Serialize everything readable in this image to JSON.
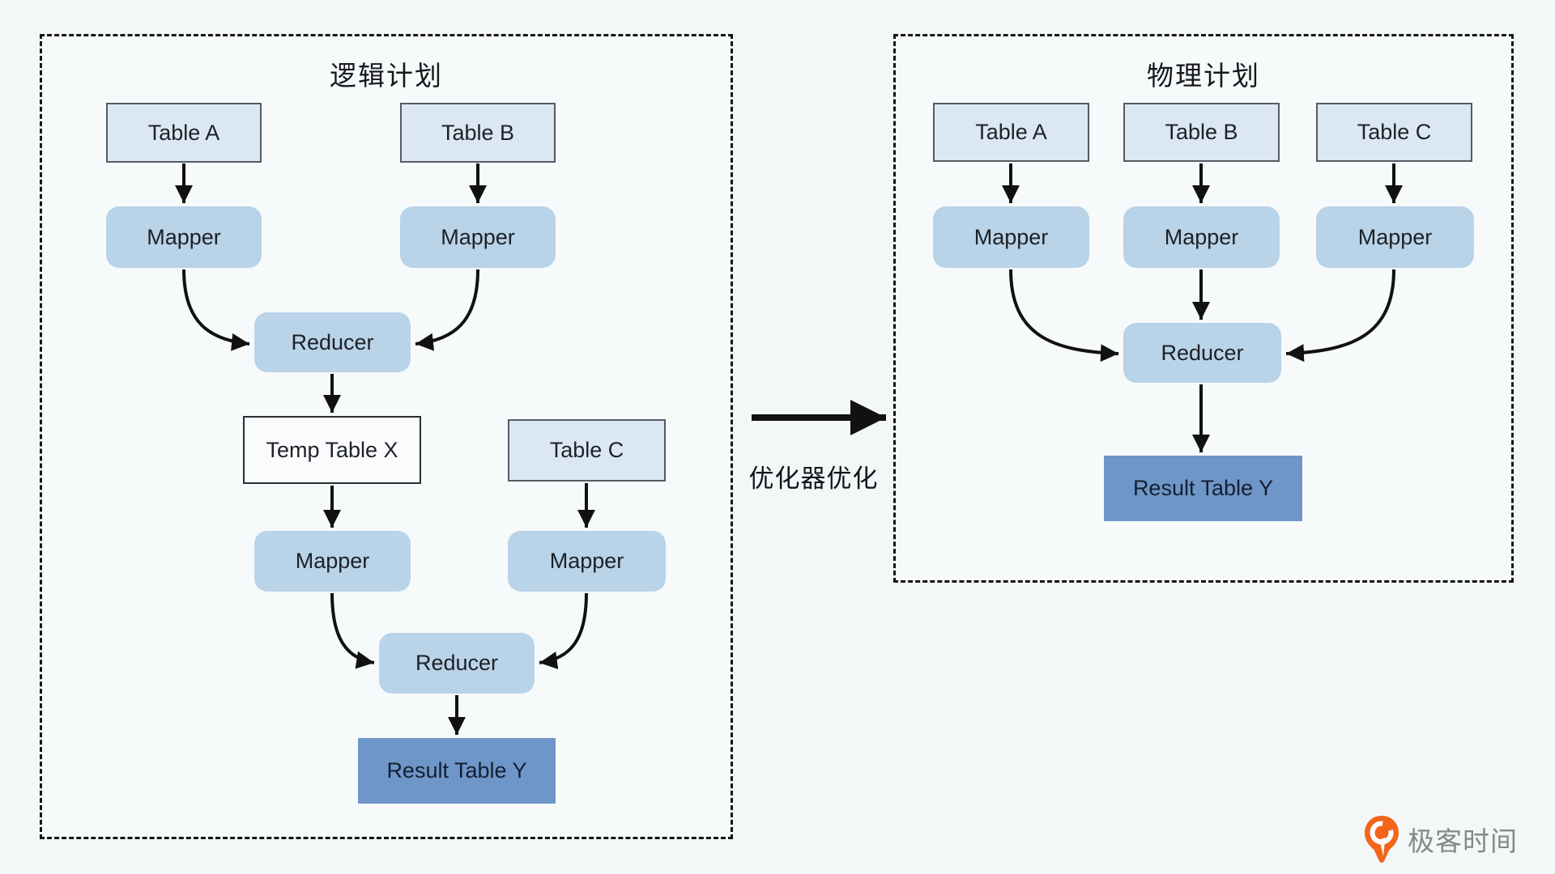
{
  "left_panel": {
    "title": "逻辑计划",
    "nodes": {
      "table_a": "Table A",
      "table_b": "Table B",
      "mapper_a": "Mapper",
      "mapper_b": "Mapper",
      "reducer_top": "Reducer",
      "temp_table_x": "Temp Table X",
      "table_c": "Table C",
      "mapper_x": "Mapper",
      "mapper_c": "Mapper",
      "reducer_bottom": "Reducer",
      "result_table_y": "Result Table Y"
    },
    "edges": [
      {
        "from": "Table A",
        "to": "Mapper"
      },
      {
        "from": "Table B",
        "to": "Mapper"
      },
      {
        "from": "Mapper (Table A)",
        "to": "Reducer"
      },
      {
        "from": "Mapper (Table B)",
        "to": "Reducer"
      },
      {
        "from": "Reducer",
        "to": "Temp Table X"
      },
      {
        "from": "Temp Table X",
        "to": "Mapper"
      },
      {
        "from": "Table C",
        "to": "Mapper"
      },
      {
        "from": "Mapper (Temp Table X)",
        "to": "Reducer"
      },
      {
        "from": "Mapper (Table C)",
        "to": "Reducer"
      },
      {
        "from": "Reducer",
        "to": "Result Table Y"
      }
    ]
  },
  "right_panel": {
    "title": "物理计划",
    "nodes": {
      "table_a": "Table A",
      "table_b": "Table B",
      "table_c": "Table C",
      "mapper_a": "Mapper",
      "mapper_b": "Mapper",
      "mapper_c": "Mapper",
      "reducer": "Reducer",
      "result_table_y": "Result Table Y"
    },
    "edges": [
      {
        "from": "Table A",
        "to": "Mapper"
      },
      {
        "from": "Table B",
        "to": "Mapper"
      },
      {
        "from": "Table C",
        "to": "Mapper"
      },
      {
        "from": "Mapper (Table A)",
        "to": "Reducer"
      },
      {
        "from": "Mapper (Table B)",
        "to": "Reducer"
      },
      {
        "from": "Mapper (Table C)",
        "to": "Reducer"
      },
      {
        "from": "Reducer",
        "to": "Result Table Y"
      }
    ]
  },
  "transform_arrow": {
    "label": "优化器优化",
    "from_panel": "逻辑计划",
    "to_panel": "物理计划"
  },
  "watermark": {
    "brand": "极客时间"
  },
  "colors": {
    "background": "#f4f7f7",
    "table_fill": "#dbe7f3",
    "table_border": "#565b63",
    "process_fill": "#b9d3e8",
    "temp_table_fill": "#fafbfc",
    "result_fill": "#6e96c8",
    "arrow": "#111111",
    "panel_border": "#141414",
    "brand_orange": "#f2661c",
    "brand_text": "#858789"
  }
}
